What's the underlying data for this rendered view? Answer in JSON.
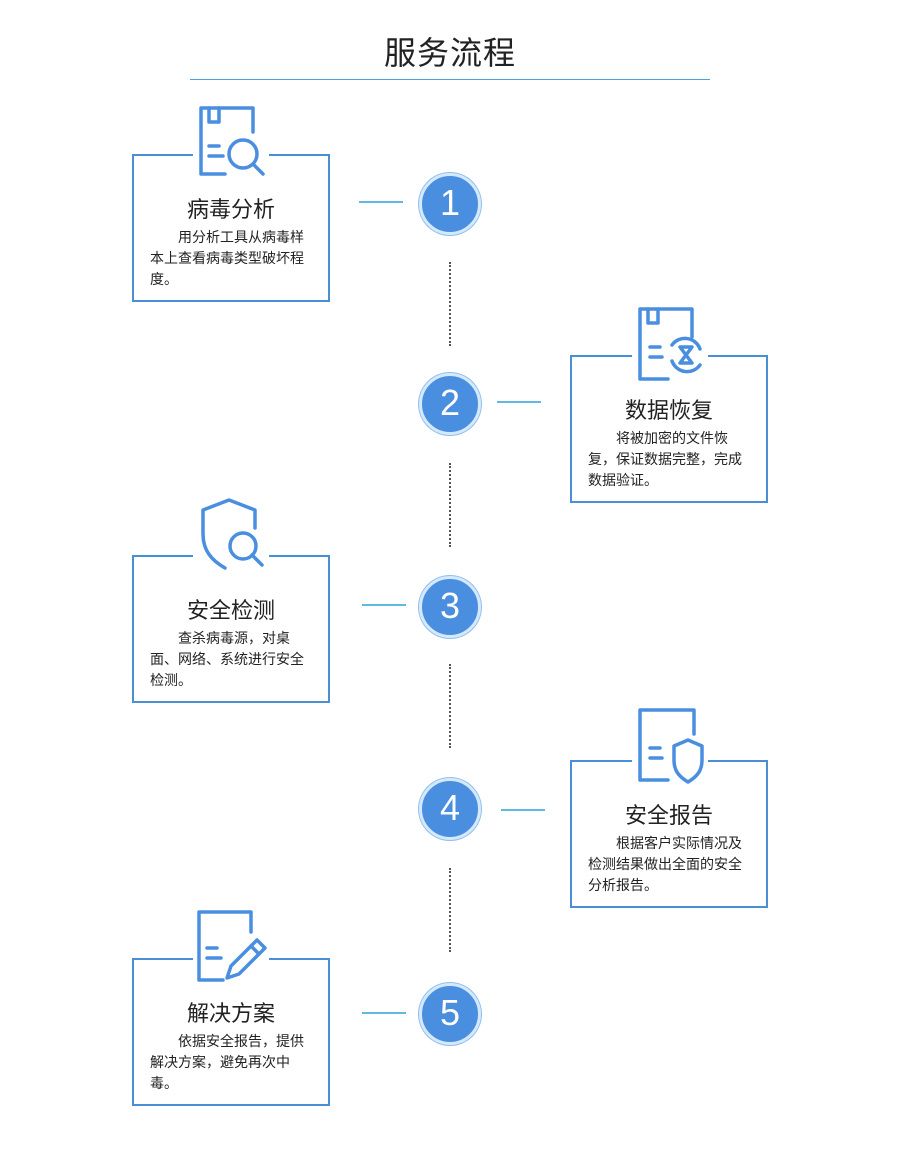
{
  "title": "服务流程",
  "steps": [
    {
      "number": "1",
      "icon": "document-search-icon",
      "title": "病毒分析",
      "desc": "用分析工具从病毒样本上查看病毒类型破坏程度。"
    },
    {
      "number": "2",
      "icon": "document-hourglass-icon",
      "title": "数据恢复",
      "desc": "将被加密的文件恢复，保证数据完整，完成数据验证。"
    },
    {
      "number": "3",
      "icon": "shield-search-icon",
      "title": "安全检测",
      "desc": "查杀病毒源，对桌面、网络、系统进行安全检测。"
    },
    {
      "number": "4",
      "icon": "document-shield-icon",
      "title": "安全报告",
      "desc": "根据客户实际情况及检测结果做出全面的安全分析报告。"
    },
    {
      "number": "5",
      "icon": "document-pencil-icon",
      "title": "解决方案",
      "desc": "依据安全报告，提供解决方案，避免再次中毒。"
    }
  ],
  "colors": {
    "accent": "#4a8ee0",
    "line": "#63b7e6",
    "border": "#4a8ed6"
  }
}
